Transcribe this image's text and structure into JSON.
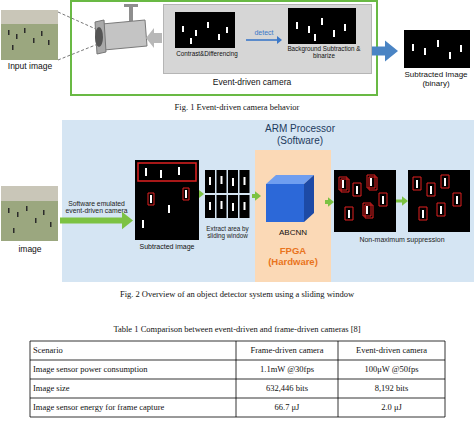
{
  "diagram": {
    "nodes": [
      {
        "text": [
          "Input image"
        ]
      },
      {
        "text": [
          "Event-driven camera"
        ]
      },
      {
        "text": [],
        "in": 1
      },
      {
        "text": [
          "Contrast&Differencing"
        ],
        "in": 2
      },
      {
        "text": [
          "Background Subtraction & binarize"
        ],
        "in": 2
      },
      {
        "text": [
          "Subtracted Image (binary)"
        ]
      },
      {
        "text": [
          "ARM Processor (Software)"
        ]
      },
      {
        "text": [
          "image"
        ]
      },
      {
        "text": [
          "Subtracted image"
        ],
        "in": 6
      },
      {
        "text": [],
        "in": 6
      },
      {
        "text": [
          "FPGA (Hardware)"
        ],
        "in": 6
      },
      {
        "text": [
          "ABCNN"
        ],
        "in": 10
      },
      {
        "text": [],
        "in": 6
      },
      {
        "text": [],
        "in": 6
      }
    ],
    "edges": [
      {
        "from": 3,
        "to": 4,
        "label": "detect",
        "arrow": "to"
      },
      {
        "from": 2,
        "to": 5,
        "arrow": "to"
      },
      {
        "from": 7,
        "to": 8,
        "label": "Software emulated event-driven camera",
        "arrow": "to"
      },
      {
        "from": 8,
        "to": 9,
        "label": "Extract area by sliding window",
        "arrow": "to"
      },
      {
        "from": 9,
        "to": 11,
        "arrow": "to"
      },
      {
        "from": 11,
        "to": 12,
        "arrow": "to"
      },
      {
        "from": 12,
        "to": 13,
        "label": "Non-maximum suppression",
        "arrow": "to"
      }
    ],
    "labels": [
      "Fig. 1 Event-driven camera behavior",
      "Fig. 2 Overview of an object detector system using a sliding window",
      "Table 1 Comparison between event-driven and frame-driven cameras [8]",
      "Scenario",
      "Frame-driven camera",
      "Event-driven camera",
      "Image sensor power consumption",
      "1.1mW @30fps",
      "100μW @50fps",
      "Image size",
      "632,446 bits",
      "8,192 bits",
      "Image sensor energy for frame capture",
      "66.7 μJ",
      "2.0 μJ"
    ]
  }
}
